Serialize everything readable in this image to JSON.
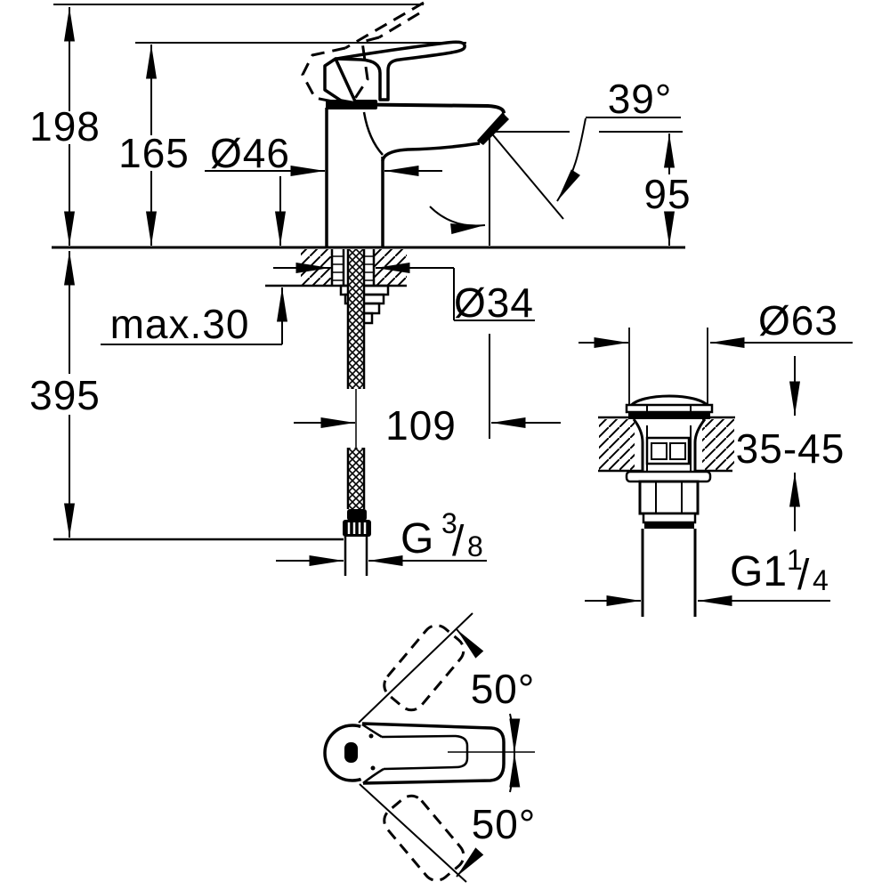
{
  "drawing": {
    "type": "technical-dimension-drawing",
    "subject": "single-lever basin mixer faucet with pop-up waste drain",
    "colors": {
      "ink": "#000000",
      "paper": "#ffffff"
    },
    "dims": {
      "total_height": "198",
      "handle_height": "165",
      "body_diameter": "Ø46",
      "spout_angle": "39°",
      "spout_height": "95",
      "max_deck_thickness": "max.30",
      "hole_diameter": "Ø34",
      "hose_length": "395",
      "spout_projection": "109",
      "supply_thread": {
        "base": "G",
        "num": "3",
        "slash": "/",
        "den": "8"
      },
      "drain_cap_diameter": "Ø63",
      "drain_deck_range": "35-45",
      "drain_thread": {
        "base": "G1",
        "num": "1",
        "slash": "/",
        "den": "4"
      },
      "swivel_upper": "50°",
      "swivel_lower": "50°"
    }
  }
}
